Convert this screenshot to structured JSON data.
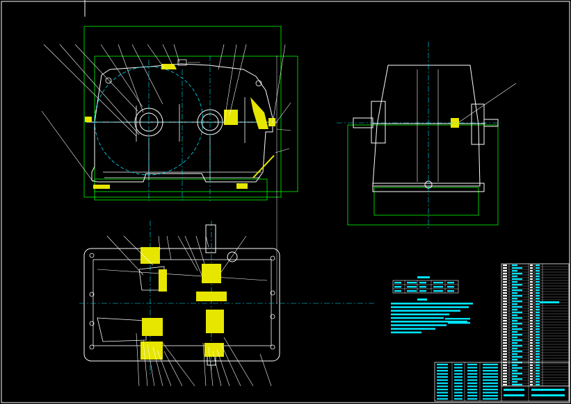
{
  "palette": {
    "background": "#000000",
    "outline": "#ffffff",
    "dimension": "#00ff00",
    "centerline": "#00e5ff",
    "section_fill": "#e6e600",
    "text_block": "#00e5ff"
  },
  "views": {
    "front": {
      "name": "front-view"
    },
    "side": {
      "name": "side-view"
    },
    "top": {
      "name": "top-view"
    }
  },
  "leaders_top_count": 13,
  "leaders_bottom_count": 16,
  "tables": {
    "tech_spec_rows": 3,
    "requirements_lines": 9,
    "parts_list_rows": 44,
    "title_block_rows": 12
  }
}
